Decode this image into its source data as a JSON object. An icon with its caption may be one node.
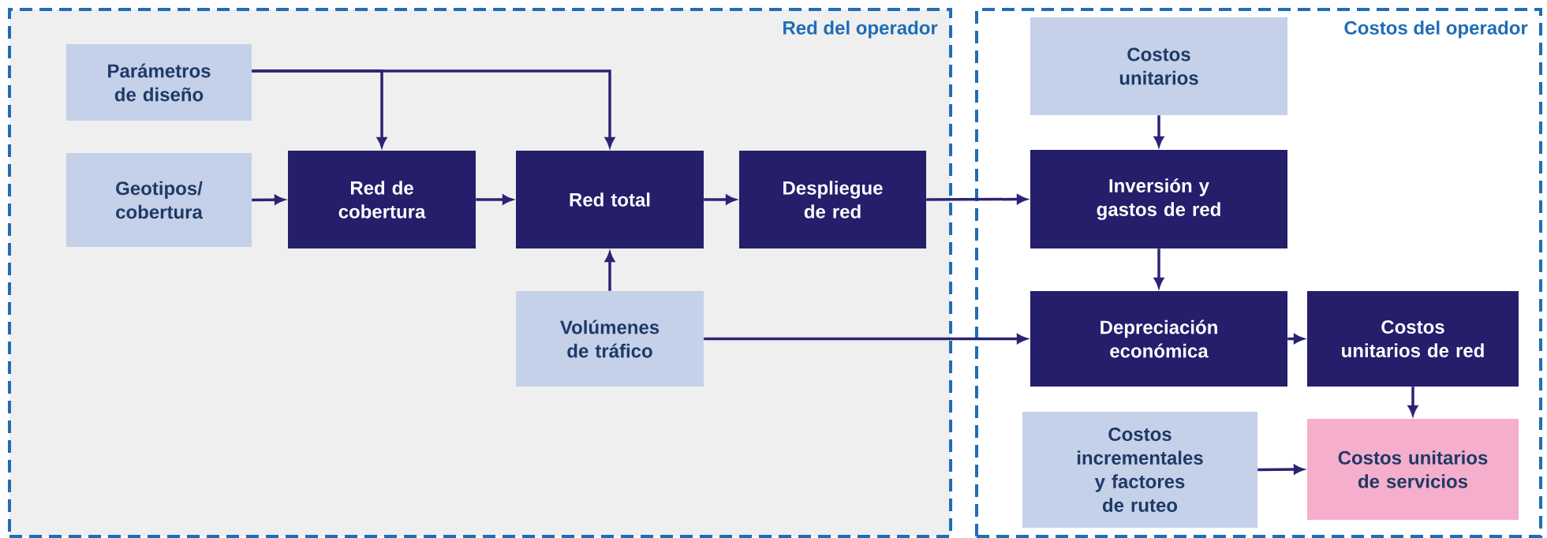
{
  "diagram": {
    "nodes": [
      {
        "text": [
          "Red del operador"
        ]
      },
      {
        "text": [
          "Parámetros de diseño"
        ],
        "in": 0
      },
      {
        "text": [
          "Geotipos/ cobertura"
        ],
        "in": 0
      },
      {
        "text": [
          "Red de cobertura"
        ],
        "in": 0
      },
      {
        "text": [
          "Red total"
        ],
        "in": 0
      },
      {
        "text": [
          "Despliegue de red"
        ],
        "in": 0
      },
      {
        "text": [
          "Volúmenes de tráfico"
        ],
        "in": 0
      },
      {
        "text": [
          "Costos del operador"
        ]
      },
      {
        "text": [
          "Costos unitarios"
        ],
        "in": 7
      },
      {
        "text": [
          "Inversión y gastos de red"
        ],
        "in": 7
      },
      {
        "text": [
          "Depreciación económica"
        ],
        "in": 7
      },
      {
        "text": [
          "Costos unitarios de red"
        ],
        "in": 7
      },
      {
        "text": [
          "Costos incrementales y factores de ruteo"
        ],
        "in": 7
      },
      {
        "text": [
          "Costos unitarios de servicios"
        ],
        "in": 7
      }
    ],
    "edges": [
      {
        "from": 1,
        "to": 3,
        "arrow": "to"
      },
      {
        "from": 1,
        "to": 4,
        "arrow": "to"
      },
      {
        "from": 2,
        "to": 3,
        "arrow": "to"
      },
      {
        "from": 3,
        "to": 4,
        "arrow": "to"
      },
      {
        "from": 4,
        "to": 5,
        "arrow": "to"
      },
      {
        "from": 6,
        "to": 4,
        "arrow": "to"
      },
      {
        "from": 5,
        "to": 9,
        "arrow": "to"
      },
      {
        "from": 6,
        "to": 10,
        "arrow": "to"
      },
      {
        "from": 8,
        "to": 9,
        "arrow": "to"
      },
      {
        "from": 9,
        "to": 10,
        "arrow": "to"
      },
      {
        "from": 10,
        "to": 11,
        "arrow": "to"
      },
      {
        "from": 11,
        "to": 13,
        "arrow": "to"
      },
      {
        "from": 12,
        "to": 13,
        "arrow": "to"
      }
    ]
  }
}
